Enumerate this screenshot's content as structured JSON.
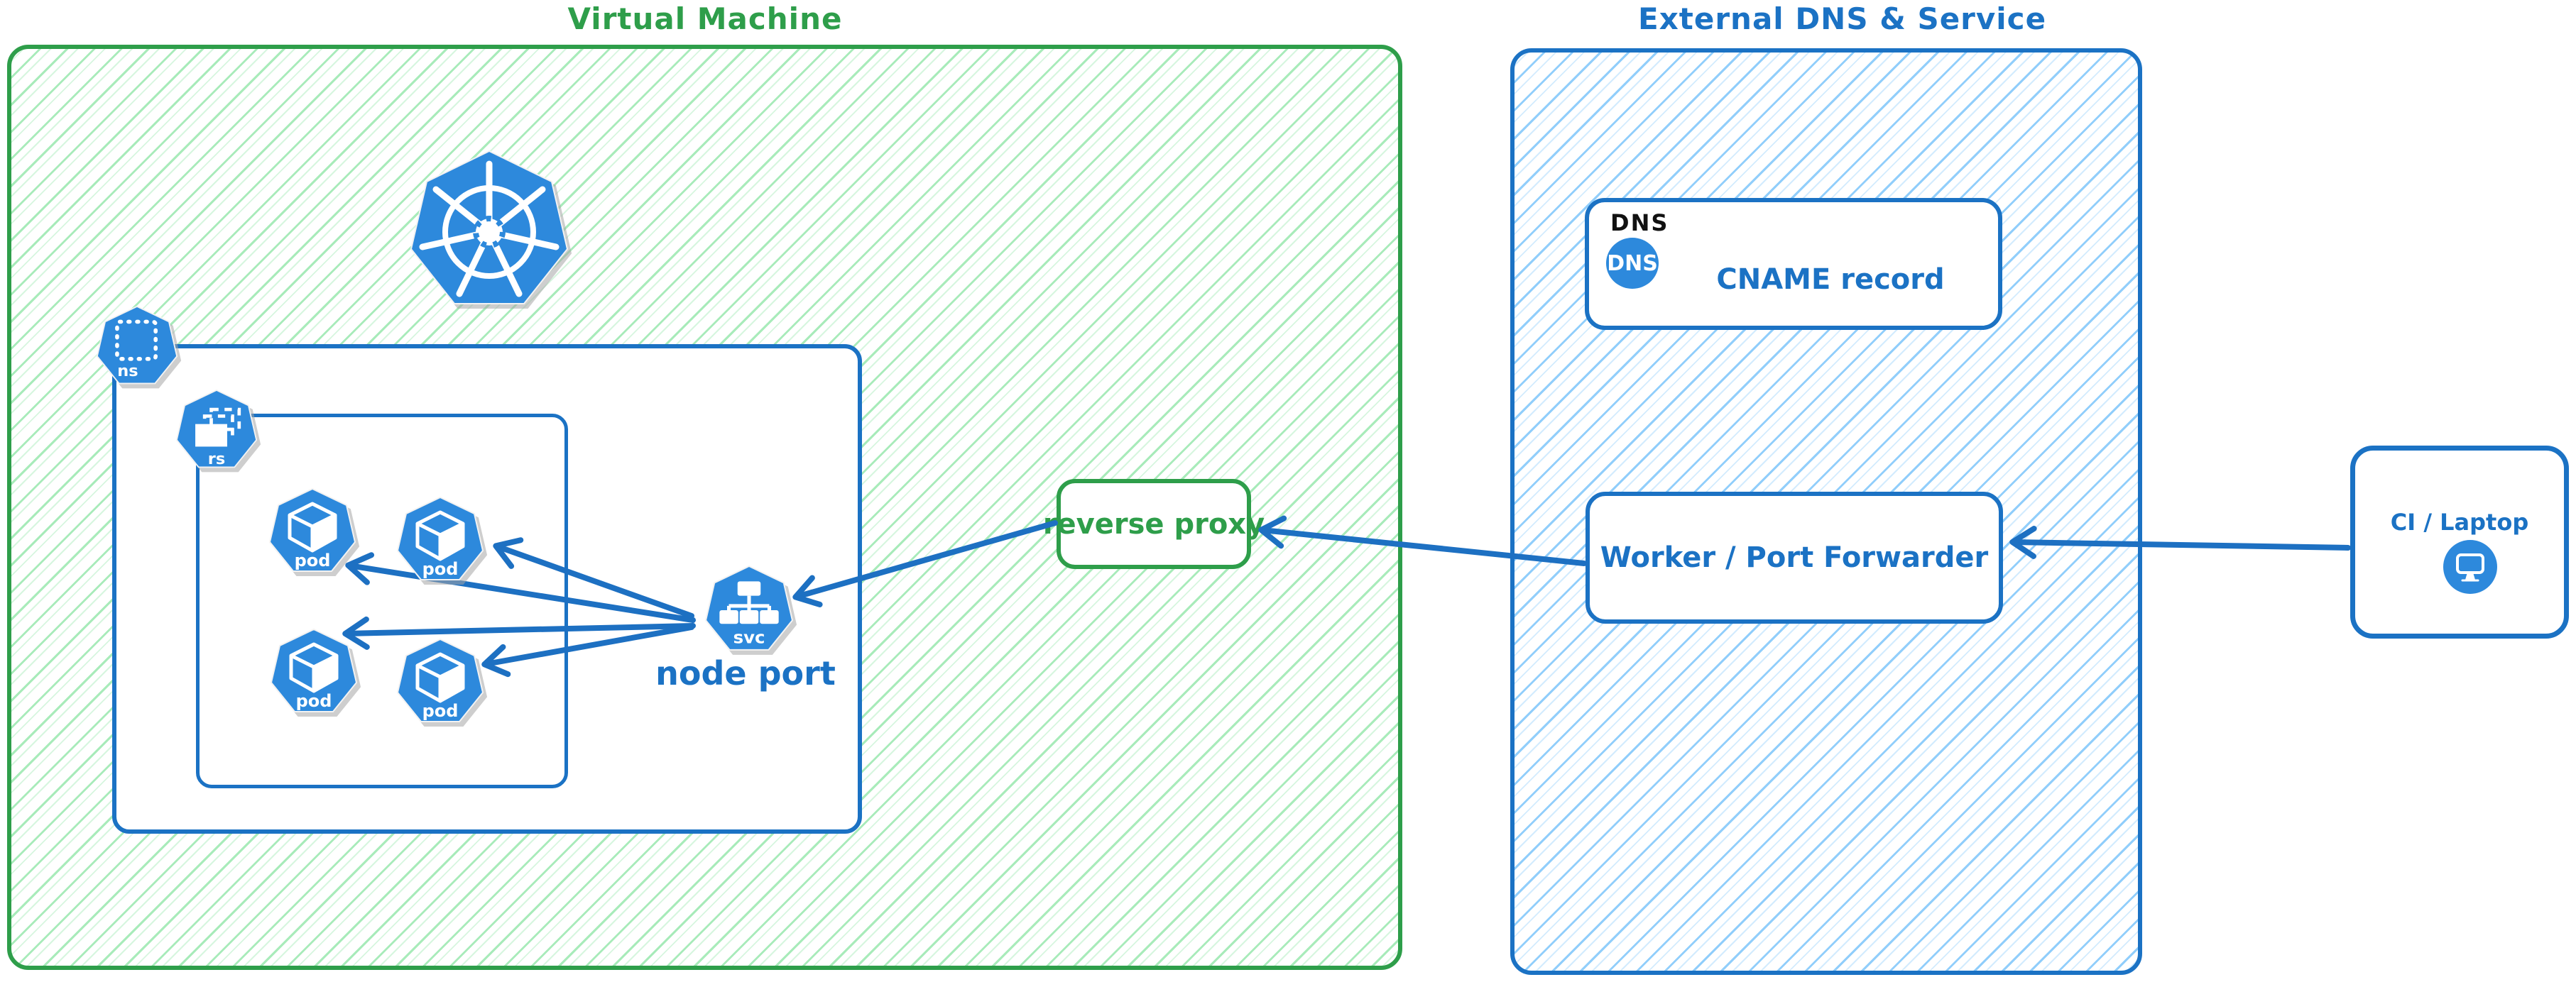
{
  "diagram": {
    "vm_group": {
      "title": "Virtual Machine",
      "namespace_icon": {
        "label": "ns"
      },
      "replicaset_icon": {
        "label": "rs"
      },
      "pods": [
        {
          "label": "pod"
        },
        {
          "label": "pod"
        },
        {
          "label": "pod"
        },
        {
          "label": "pod"
        }
      ],
      "service_icon": {
        "label": "svc"
      },
      "service_caption": "node port"
    },
    "reverse_proxy": {
      "label": "reverse proxy"
    },
    "external_group": {
      "title": "External DNS & Service",
      "dns_card": {
        "heading": "DNS",
        "badge": "DNS",
        "label": "CNAME record"
      },
      "worker_card": {
        "label": "Worker / Port Forwarder"
      }
    },
    "ci_card": {
      "label": "CI / Laptop"
    }
  },
  "colors": {
    "green_stroke": "#2e9e4a",
    "green_hatch": "#6ede8c",
    "blue_stroke": "#1b72c4",
    "blue_hatch": "#6cbefa",
    "icon_blue": "#2d89dc",
    "arrow": "#1d70c2",
    "dns_heading_ink": "#111111"
  }
}
